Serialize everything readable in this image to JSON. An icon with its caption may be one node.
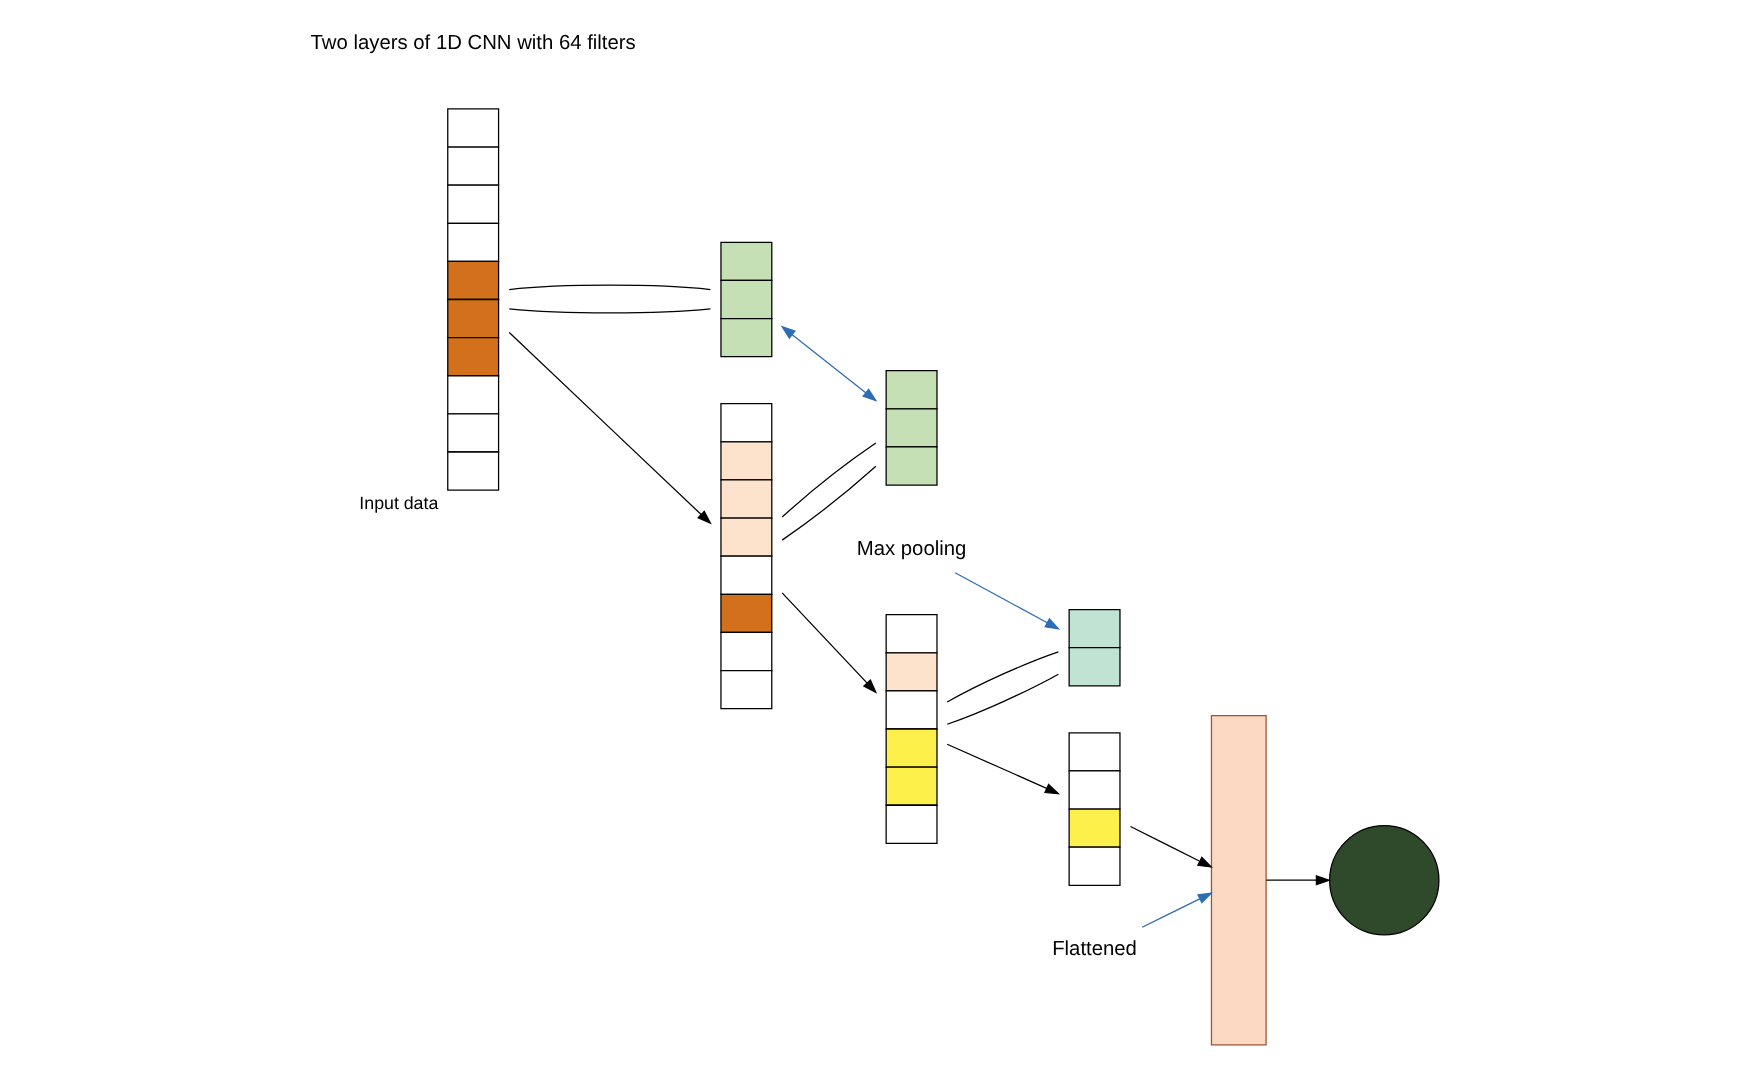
{
  "diagram": {
    "nodes": [
      {
        "text": [],
        "shape": "box",
        "beside": [
          "Input data"
        ]
      },
      {
        "text": [],
        "shape": "box"
      },
      {
        "text": [],
        "shape": "box"
      },
      {
        "text": [],
        "shape": "box"
      },
      {
        "text": [],
        "shape": "box"
      },
      {
        "text": [],
        "shape": "box"
      },
      {
        "text": [],
        "shape": "box"
      },
      {
        "text": [],
        "shape": "box"
      },
      {
        "text": [],
        "shape": "circle"
      },
      {
        "text": [
          "Max pooling"
        ]
      },
      {
        "text": [
          "Flattened"
        ]
      }
    ],
    "edges": [
      {
        "from": 0,
        "to": 1,
        "arrow": "none"
      },
      {
        "from": 0,
        "to": 1,
        "arrow": "none"
      },
      {
        "from": 0,
        "to": 2,
        "arrow": "to"
      },
      {
        "from": 1,
        "to": 3,
        "arrow": "both",
        "color": "#2e6db4"
      },
      {
        "from": 2,
        "to": 3,
        "arrow": "none"
      },
      {
        "from": 2,
        "to": 3,
        "arrow": "none"
      },
      {
        "from": 2,
        "to": 4,
        "arrow": "to"
      },
      {
        "from": 4,
        "to": 5,
        "arrow": "none"
      },
      {
        "from": 4,
        "to": 5,
        "arrow": "none"
      },
      {
        "from": 4,
        "to": 6,
        "arrow": "to"
      },
      {
        "from": 6,
        "to": 7,
        "arrow": "to"
      },
      {
        "from": 7,
        "to": 8,
        "arrow": "to"
      },
      {
        "from": 9,
        "to": 5,
        "arrow": "to",
        "color": "#2e6db4"
      },
      {
        "from": 10,
        "to": 7,
        "arrow": "to",
        "color": "#2e6db4"
      }
    ],
    "labels": [
      "Two layers of 1D CNN with 64 filters"
    ]
  }
}
